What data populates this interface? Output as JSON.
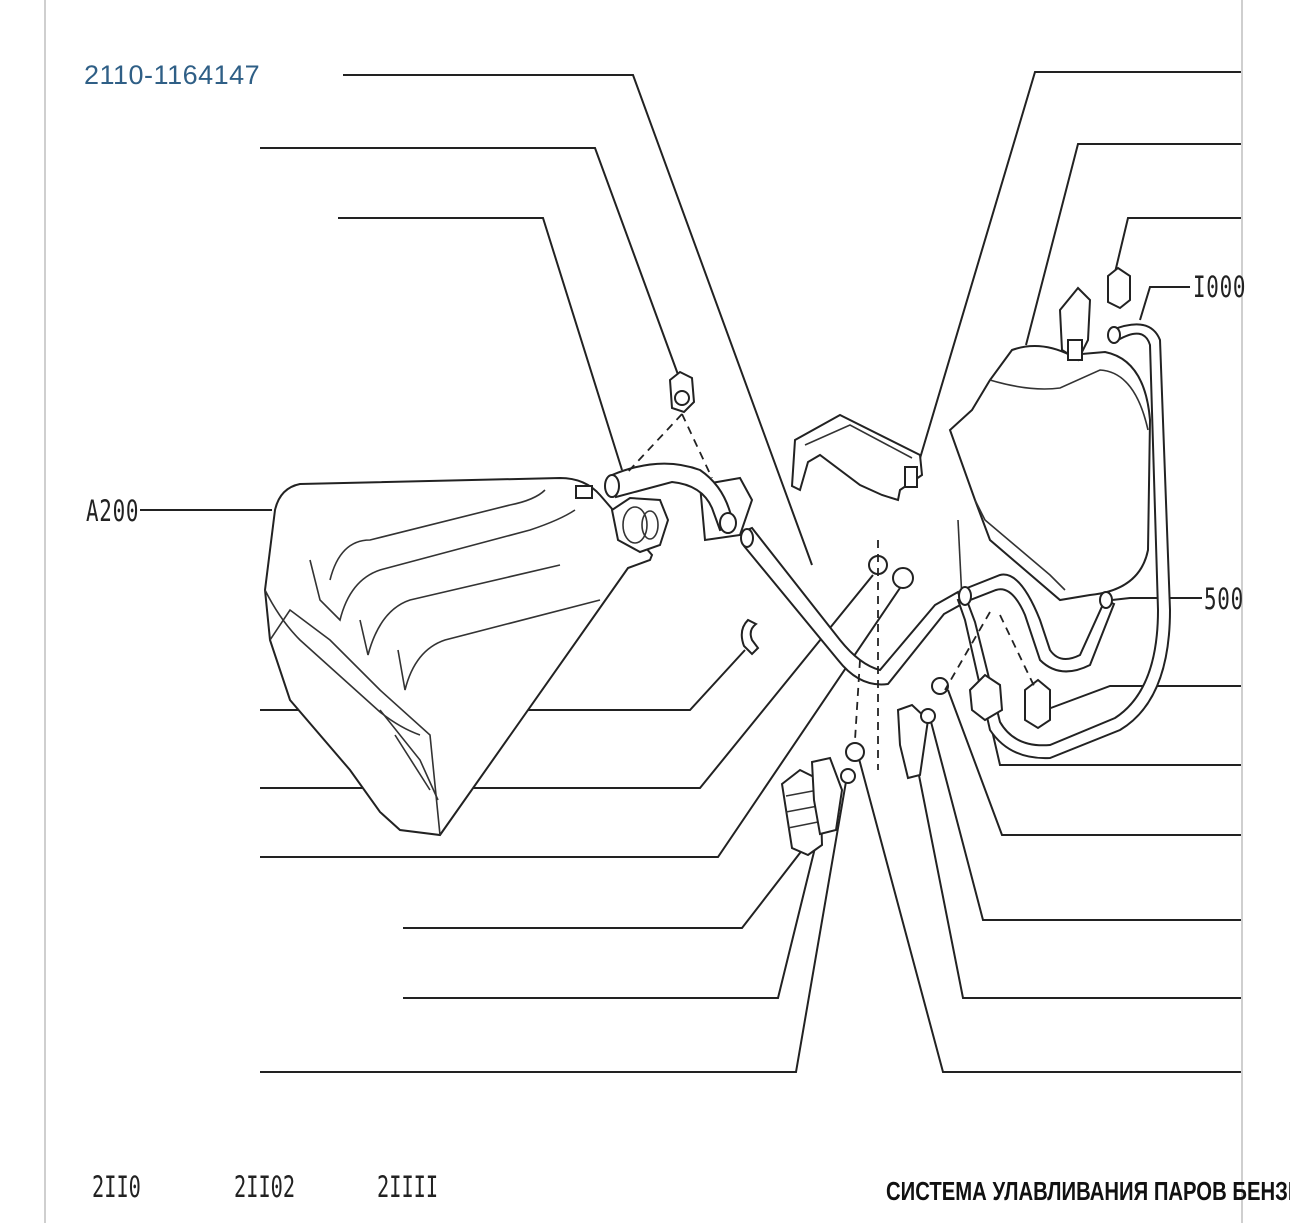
{
  "part_number": "2110-1164147",
  "callouts": {
    "a200": "A200",
    "n1000": "I000",
    "n500": "500"
  },
  "models": [
    "2II0",
    "2II02",
    "2IIII"
  ],
  "caption": "СИСТЕМА УЛАВЛИВАНИЯ ПАРОВ БЕНЗИНА",
  "colors": {
    "part_number": "#2f5f86",
    "line": "#222222",
    "frame": "#cfcfcf"
  }
}
